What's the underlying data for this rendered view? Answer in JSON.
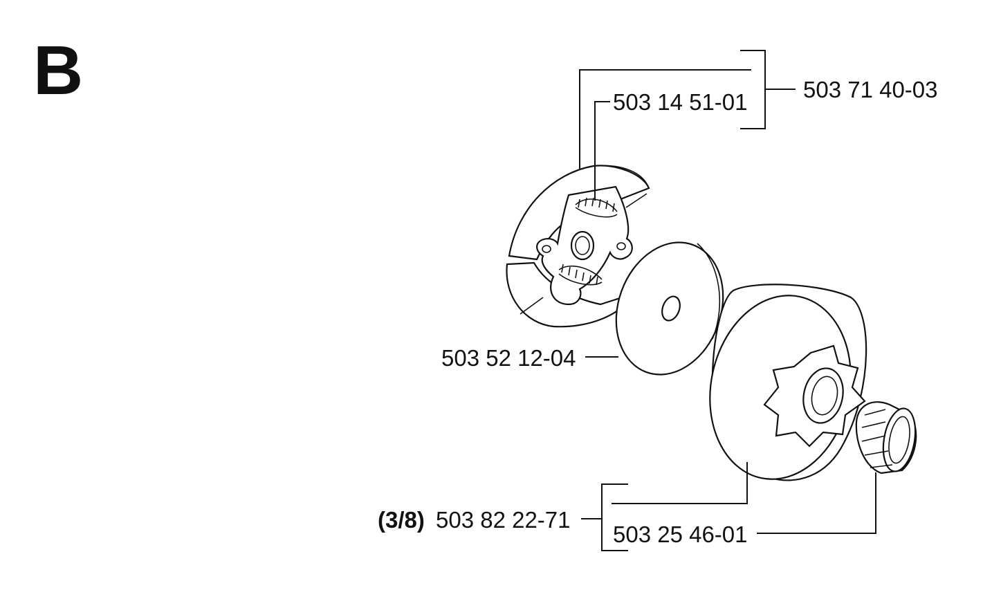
{
  "section_letter": "B",
  "part_numbers": {
    "clutch_assembly": "503 71 40-03",
    "clutch_spring": "503 14 51-01",
    "washer": "503 52 12-04",
    "drum_size": "(3/8)",
    "clutch_drum": "503 82 22-71",
    "needle_bearing": "503 25 46-01"
  }
}
